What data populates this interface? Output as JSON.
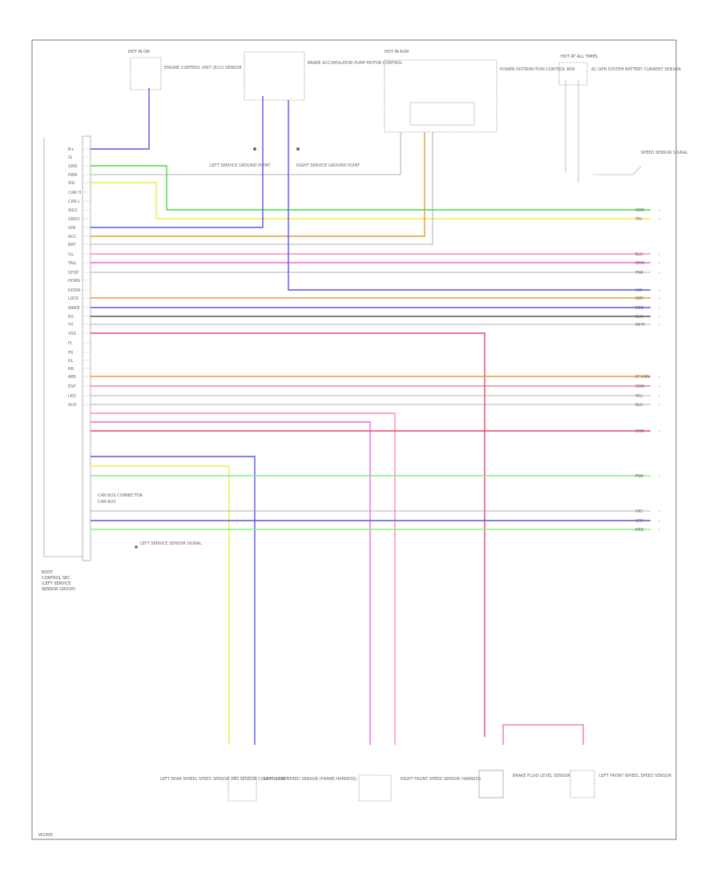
{
  "diagram": {
    "title_lines": [
      "BODY",
      "CONTROL SEC",
      "(LEFT SERVICE",
      "SENSOR GROUP)"
    ],
    "footer_code": "W2300",
    "left_ground_label": "LEFT SERVICE SENSOR SIGNAL",
    "hot_labels": {
      "top_left": "HOT IN ON",
      "top_center": "HOT IN RUN",
      "top_right": "HOT AT ALL TIMES"
    },
    "top_components": [
      {
        "name": "ENGINE CONTROL UNIT (ECU) SENSOR"
      },
      {
        "name": "BRAKE ACCUMULATOR PUMP MOTOR CONTROL"
      },
      {
        "name": "POWER DISTRIBUTION CONTROL BOX"
      },
      {
        "name": "AC GEN SYSTEM BATTERY CURRENT SENSOR"
      }
    ],
    "ground_labels": [
      "LEFT SERVICE GROUND POINT",
      "RIGHT SERVICE GROUND POINT"
    ],
    "side_notes": {
      "bus_top": "CAN BUS CONNECTOR",
      "bus_bottom": "CAN BUS"
    },
    "right_component": "SPEED SENSOR SIGNAL",
    "bottom_components": [
      {
        "name": "LEFT REAR WHEEL SPEED SENSOR ABS SENSOR CONTROL UNIT"
      },
      {
        "name": "LEFT REAR SPEED SENSOR (FRAME HARNESS)"
      },
      {
        "name": "RIGHT FRONT SPEED SENSOR HARNESS"
      },
      {
        "name": "BRAKE FLUID LEVEL SENSOR"
      },
      {
        "name": "LEFT FRONT WHEEL SPEED SENSOR"
      }
    ],
    "pin_labels": [
      "B+",
      "IG",
      "GND",
      "PWR",
      "SIG",
      "CAN H",
      "CAN L",
      "SIG2",
      "GND2",
      "IGN",
      "ACC",
      "BAT",
      "ILL",
      "TAIL",
      "STOP",
      "HORN",
      "DOOR",
      "LOCK",
      "WAKE",
      "RX",
      "TX",
      "VSS",
      "FL",
      "FR",
      "RL",
      "RR",
      "ABS",
      "ESP",
      "LED",
      "AUX"
    ],
    "wire_end_labels": [
      "GRN",
      "YEL",
      "BLU",
      "ORN",
      "PNK",
      "VIO",
      "GRY",
      "RED",
      "BLK",
      "WHT",
      "LT GRN"
    ],
    "wire_colors": {
      "green": "#44dd44",
      "yellow": "#eeee44",
      "blue": "#5555ee",
      "orange": "#ee9933",
      "pink": "#ff88bb",
      "violet": "#ee66ee",
      "grey": "#999999",
      "red": "#ee4466",
      "light_green": "#88ee88",
      "frame": "#666666"
    }
  }
}
